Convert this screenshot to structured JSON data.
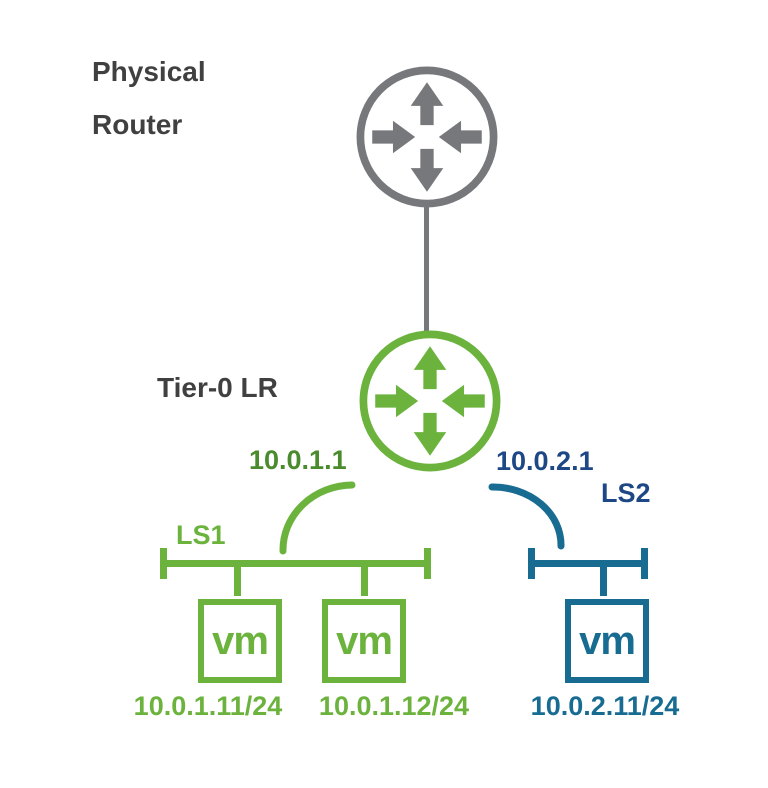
{
  "physical_router": {
    "label_line1": "Physical",
    "label_line2": "Router"
  },
  "tier0_router": {
    "label": "Tier-0 LR",
    "ls1_gateway_ip": "10.0.1.1",
    "ls2_gateway_ip": "10.0.2.1"
  },
  "ls1": {
    "label": "LS1",
    "vm_ips": [
      "10.0.1.11/24",
      "10.0.1.12/24"
    ]
  },
  "ls2": {
    "label": "LS2",
    "vm_ips": [
      "10.0.2.11/24"
    ]
  },
  "vm_label": "vm",
  "icons": {
    "physical_router": "router-icon",
    "tier0_router": "router-icon",
    "vm": "vm-box-icon"
  },
  "colors": {
    "router_gray": "#77787B",
    "title_text": "#404040",
    "nsx_green": "#6CB33E",
    "gateway_green": "#4A8B2D",
    "label_navy": "#1E4785",
    "segment_teal": "#186C92"
  }
}
